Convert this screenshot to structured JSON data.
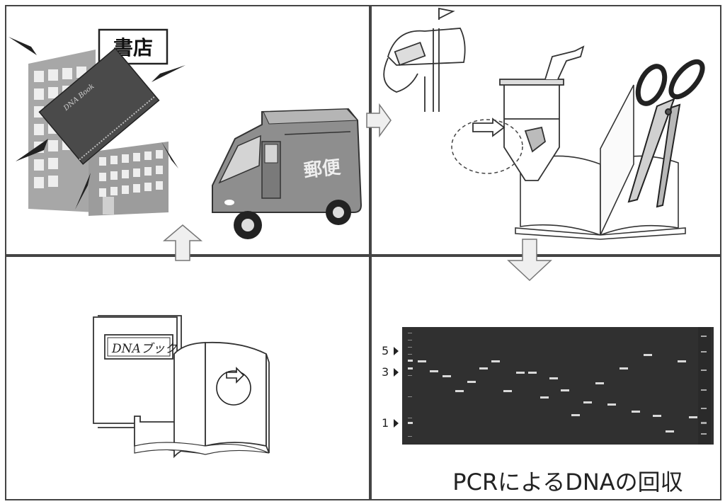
{
  "panel1": {
    "bookstore_sign": "書店",
    "book_spine_text": "DNA Book",
    "van_text": "郵便"
  },
  "panel3": {
    "book_label": "DNAブック"
  },
  "panel4": {
    "markers": [
      "5",
      "3",
      "1"
    ],
    "caption": "PCRによるDNAの回収"
  },
  "colors": {
    "building": "#a7a7a7",
    "building_window": "#eeeeee",
    "book_dark": "#4a4a4a",
    "van": "#8e8e8e",
    "gel_bg": "#303030",
    "gel_band": "#d9d9d9",
    "arrow_fill": "#efefef",
    "divider": "#444444"
  },
  "icons": [
    "building-icon",
    "book-icon",
    "van-icon",
    "mailbox-icon",
    "tube-icon",
    "scissors-icon",
    "open-book-icon",
    "plasmid-icon",
    "gel-icon"
  ]
}
